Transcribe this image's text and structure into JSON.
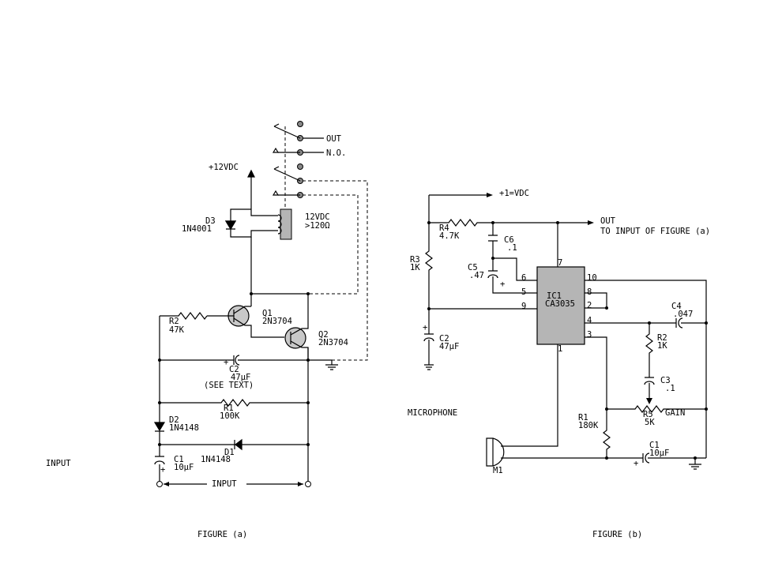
{
  "figure_a": {
    "caption": "FIGURE (a)",
    "input_side_label": "INPUT",
    "input_arrow_label": "INPUT",
    "supply": "+12VDC",
    "out": "OUT",
    "no": "N.O.",
    "relay": {
      "line1": "12VDC",
      "line2": ">120Ω"
    },
    "d3": {
      "ref": "D3",
      "part": "1N4001"
    },
    "q1": {
      "ref": "Q1",
      "part": "2N3704"
    },
    "q2": {
      "ref": "Q2",
      "part": "2N3704"
    },
    "r2": {
      "ref": "R2",
      "value": "47K"
    },
    "c2": {
      "ref": "C2",
      "value": "47μF",
      "note": "(SEE TEXT)"
    },
    "r1": {
      "ref": "R1",
      "value": "100K"
    },
    "d2": {
      "ref": "D2",
      "part": "1N4148"
    },
    "d1": {
      "ref": "D1",
      "part": "1N4148"
    },
    "c1": {
      "ref": "C1",
      "value": "10μF"
    }
  },
  "figure_b": {
    "caption": "FIGURE (b)",
    "supply": "+1=VDC",
    "out_line1": "OUT",
    "out_line2": "TO INPUT OF FIGURE (a)",
    "microphone": "MICROPHONE",
    "ic": {
      "ref": "IC1",
      "part": "CA3035"
    },
    "pins": [
      "10",
      "8",
      "2",
      "4",
      "3",
      "1",
      "7",
      "6",
      "5",
      "9"
    ],
    "r4": {
      "ref": "R4",
      "value": "4.7K"
    },
    "r3": {
      "ref": "R3",
      "value": "1K"
    },
    "c6": {
      "ref": "C6",
      "value": ".1"
    },
    "c5": {
      "ref": "C5",
      "value": ".47"
    },
    "c2": {
      "ref": "C2",
      "value": "47μF"
    },
    "c4": {
      "ref": "C4",
      "value": ".047"
    },
    "r2": {
      "ref": "R2",
      "value": "1K"
    },
    "c3": {
      "ref": "C3",
      "value": ".1"
    },
    "r5": {
      "ref": "R5",
      "value": "5K",
      "label": "GAIN"
    },
    "r1": {
      "ref": "R1",
      "value": "180K"
    },
    "c1": {
      "ref": "C1",
      "value": "10μF"
    },
    "m1": {
      "ref": "M1"
    }
  },
  "plus": "+"
}
